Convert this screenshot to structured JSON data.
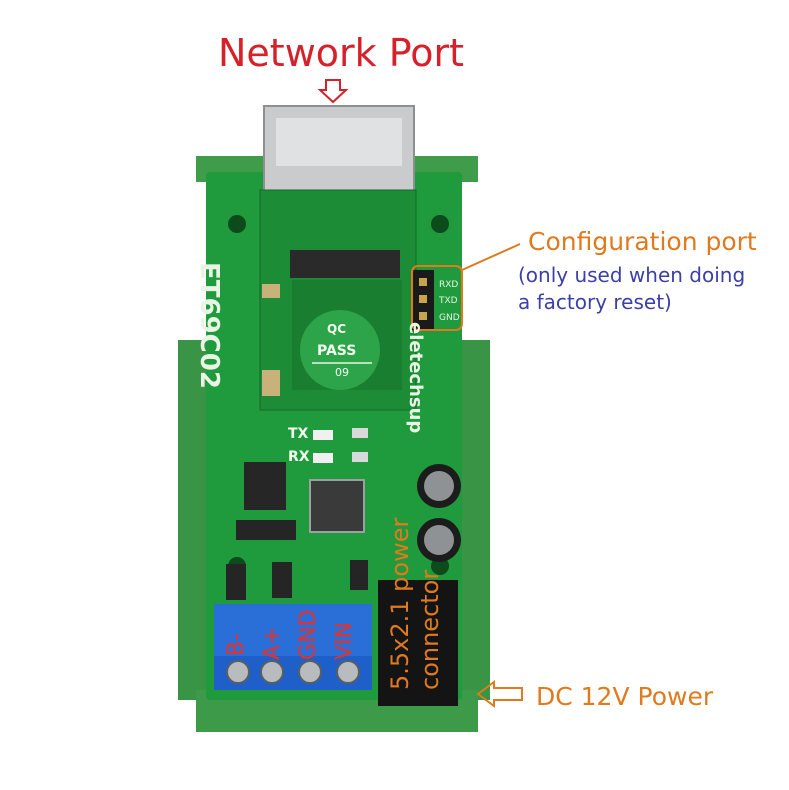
{
  "annotations": {
    "network_port": "Network Port",
    "config_port_title": "Configuration port",
    "config_port_note_line1": "(only used when doing",
    "config_port_note_line2": "a factory reset)",
    "dc_power": "DC 12V Power",
    "power_connector_size": "5.5x2.1 power",
    "power_connector_name": "connector"
  },
  "board": {
    "model": "ET69C02",
    "maker": "eletechsup",
    "qc_sticker": {
      "line1": "QC",
      "line2": "PASS",
      "line3": "09"
    },
    "config_pins": [
      "RXD",
      "TXD",
      "GND"
    ],
    "leds": [
      "TX",
      "RX"
    ],
    "terminals": [
      "B-",
      "A+",
      "GND",
      "VIN"
    ]
  },
  "colors": {
    "pcb_green": "#1f9a3c",
    "rail_green": "#3f9a4a",
    "terminal_blue": "#1f5fc9",
    "annotation_red": "#d6202a",
    "annotation_orange": "#e07a1e",
    "annotation_blue": "#3b3fa8"
  }
}
